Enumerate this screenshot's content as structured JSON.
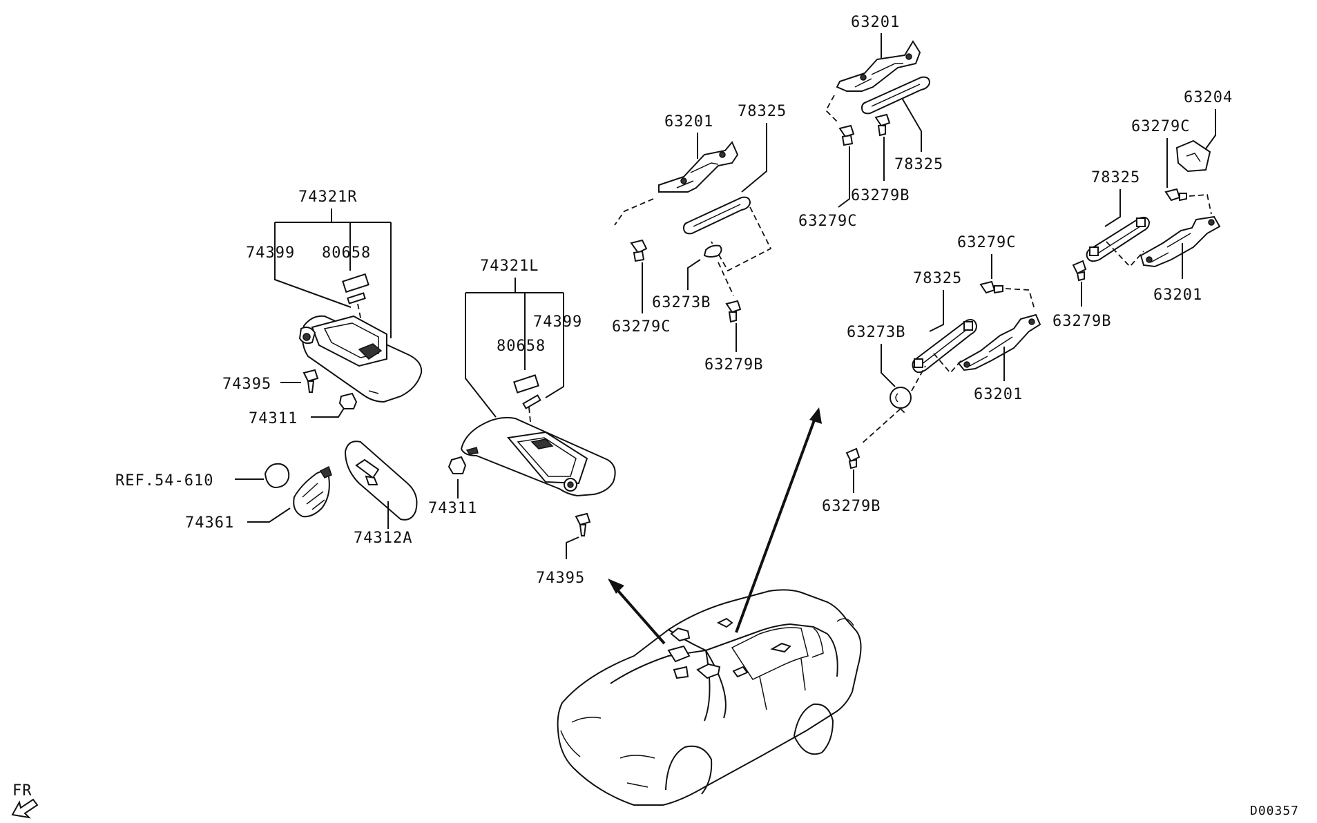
{
  "labels": {
    "p74321R": "74321R",
    "p74399_r": "74399",
    "p80658_r": "80658",
    "p74395_r": "74395",
    "p74311_r": "74311",
    "pREF": "REF.54-610",
    "p74361": "74361",
    "p74312A": "74312A",
    "p74321L": "74321L",
    "p74399_l": "74399",
    "p80658_l": "80658",
    "p74311_l": "74311",
    "p74395_l": "74395",
    "p63201_a": "63201",
    "p78325_a": "78325",
    "p63273B_a": "63273B",
    "p63279C_a": "63279C",
    "p63279B_a": "63279B",
    "p63201_b": "63201",
    "p78325_b": "78325",
    "p63279C_b": "63279C",
    "p63279B_b": "63279B",
    "p63279C_c": "63279C",
    "p78325_c": "78325",
    "p63273B_c": "63273B",
    "p63201_c": "63201",
    "p63279B_c": "63279B",
    "p63204": "63204",
    "p63279C_d": "63279C",
    "p78325_d": "78325",
    "p63279B_d": "63279B",
    "p63201_d": "63201",
    "fr": "FR",
    "diagram_code": "D00357"
  }
}
